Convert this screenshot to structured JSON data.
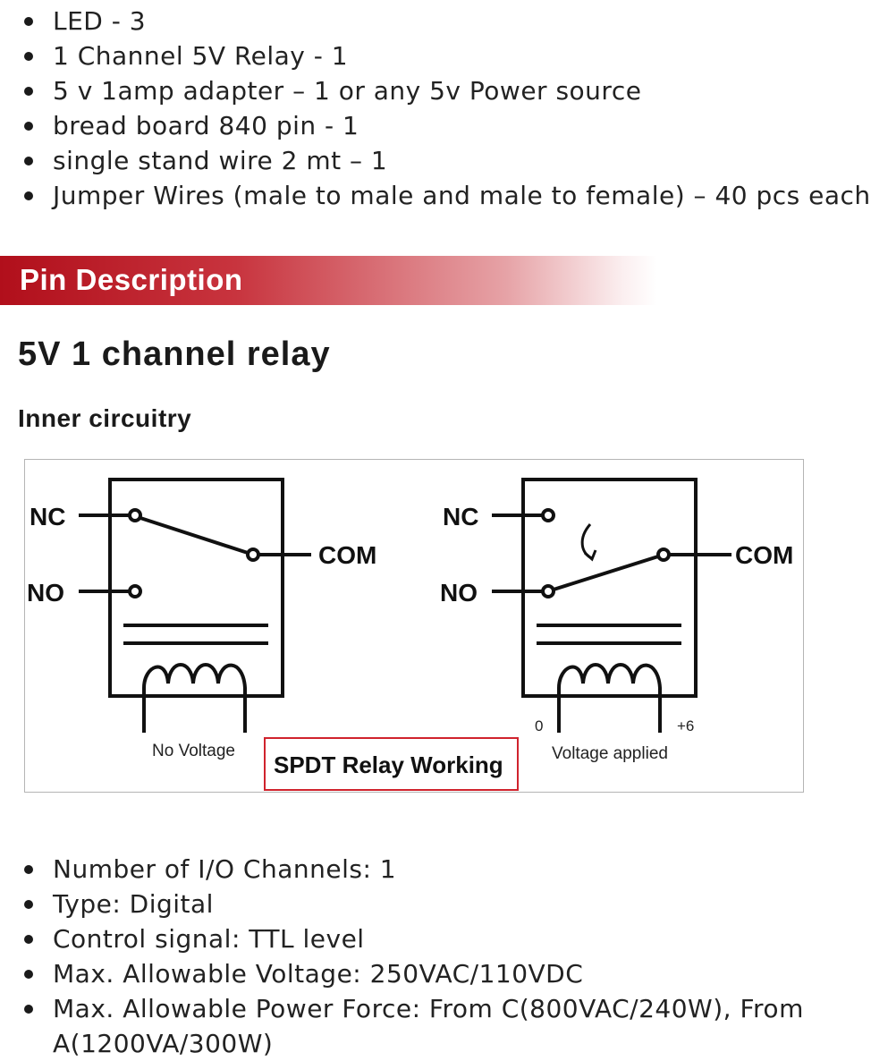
{
  "components": [
    "LED - 3",
    "1 Channel 5V Relay - 1",
    "5 v 1amp adapter – 1 or any 5v Power source",
    "bread board 840 pin - 1",
    "single stand wire  2 mt – 1",
    "Jumper Wires (male to male and male to female) – 40 pcs each"
  ],
  "section_title": "Pin Description",
  "heading": "5V 1 channel relay",
  "subheading": "Inner circuitry",
  "diagram": {
    "left": {
      "nc": "NC",
      "no": "NO",
      "com": "COM",
      "state": "No Voltage"
    },
    "right": {
      "nc": "NC",
      "no": "NO",
      "com": "COM",
      "state": "Voltage applied",
      "terminal_a": "0",
      "terminal_b": "+6"
    },
    "caption": "SPDT Relay Working",
    "caption_border_color": "#d0232d"
  },
  "specs": [
    "Number of I/O Channels: 1",
    "Type: Digital",
    "Control signal: TTL level",
    "Max. Allowable Voltage: 250VAC/110VDC",
    "Max. Allowable Power Force: From C(800VAC/240W), From A(1200VA/300W)"
  ],
  "colors": {
    "banner": "#b10f1b",
    "text": "#1a1a1a"
  }
}
